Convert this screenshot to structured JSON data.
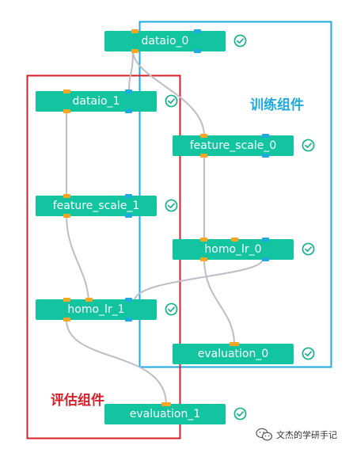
{
  "colors": {
    "node_fill": "#13c4a1",
    "port_input": "#f5a623",
    "port_output": "#1ea9e1",
    "edge": "#bdbdc7",
    "check": "#13b38e",
    "train_box": "#1ea9e1",
    "eval_box": "#d61f26"
  },
  "regions": {
    "train_label": "训练组件",
    "eval_label": "评估组件"
  },
  "nodes": {
    "dataio_0": {
      "label": "dataio_0"
    },
    "dataio_1": {
      "label": "dataio_1"
    },
    "feature_scale_0": {
      "label": "feature_scale_0"
    },
    "feature_scale_1": {
      "label": "feature_scale_1"
    },
    "homo_lr_0": {
      "label": "homo_lr_0"
    },
    "homo_lr_1": {
      "label": "homo_lr_1"
    },
    "evaluation_0": {
      "label": "evaluation_0"
    },
    "evaluation_1": {
      "label": "evaluation_1"
    }
  },
  "status_icon": "check-circle-icon",
  "watermark": {
    "text": "文杰的学研手记",
    "icon": "wechat-icon"
  }
}
